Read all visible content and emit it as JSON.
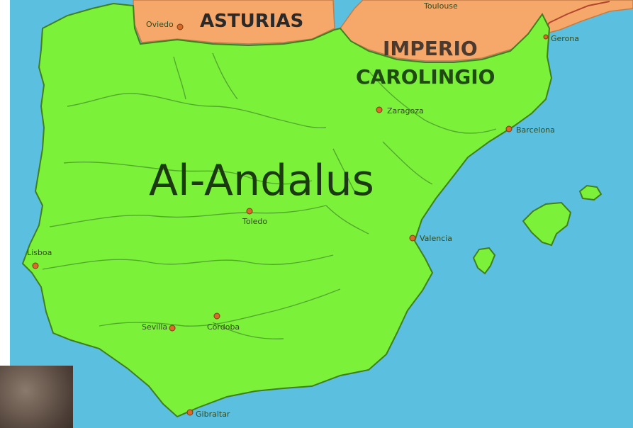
{
  "map": {
    "main_label": "Al-Andalus",
    "regions": {
      "asturias": "ASTURIAS",
      "imperio": "IMPERIO",
      "carolingio": "CAROLINGIO"
    },
    "cities": [
      {
        "name": "Oviedo"
      },
      {
        "name": "Toulouse"
      },
      {
        "name": "Gerona"
      },
      {
        "name": "Zaragoza"
      },
      {
        "name": "Barcelona"
      },
      {
        "name": "Toledo"
      },
      {
        "name": "Valencia"
      },
      {
        "name": "Lisboa"
      },
      {
        "name": "Sevilla"
      },
      {
        "name": "Córdoba"
      },
      {
        "name": "Gibraltar"
      }
    ],
    "colors": {
      "sea": "#5bc0e0",
      "al_andalus": "#7cf13a",
      "christian": "#f6a86a",
      "text_dark": "#1c3a12",
      "text_region": "#2a2a2a",
      "city_dot": "#d86b2a",
      "river": "#4a9e2a",
      "coast": "#3f7f1c"
    }
  }
}
